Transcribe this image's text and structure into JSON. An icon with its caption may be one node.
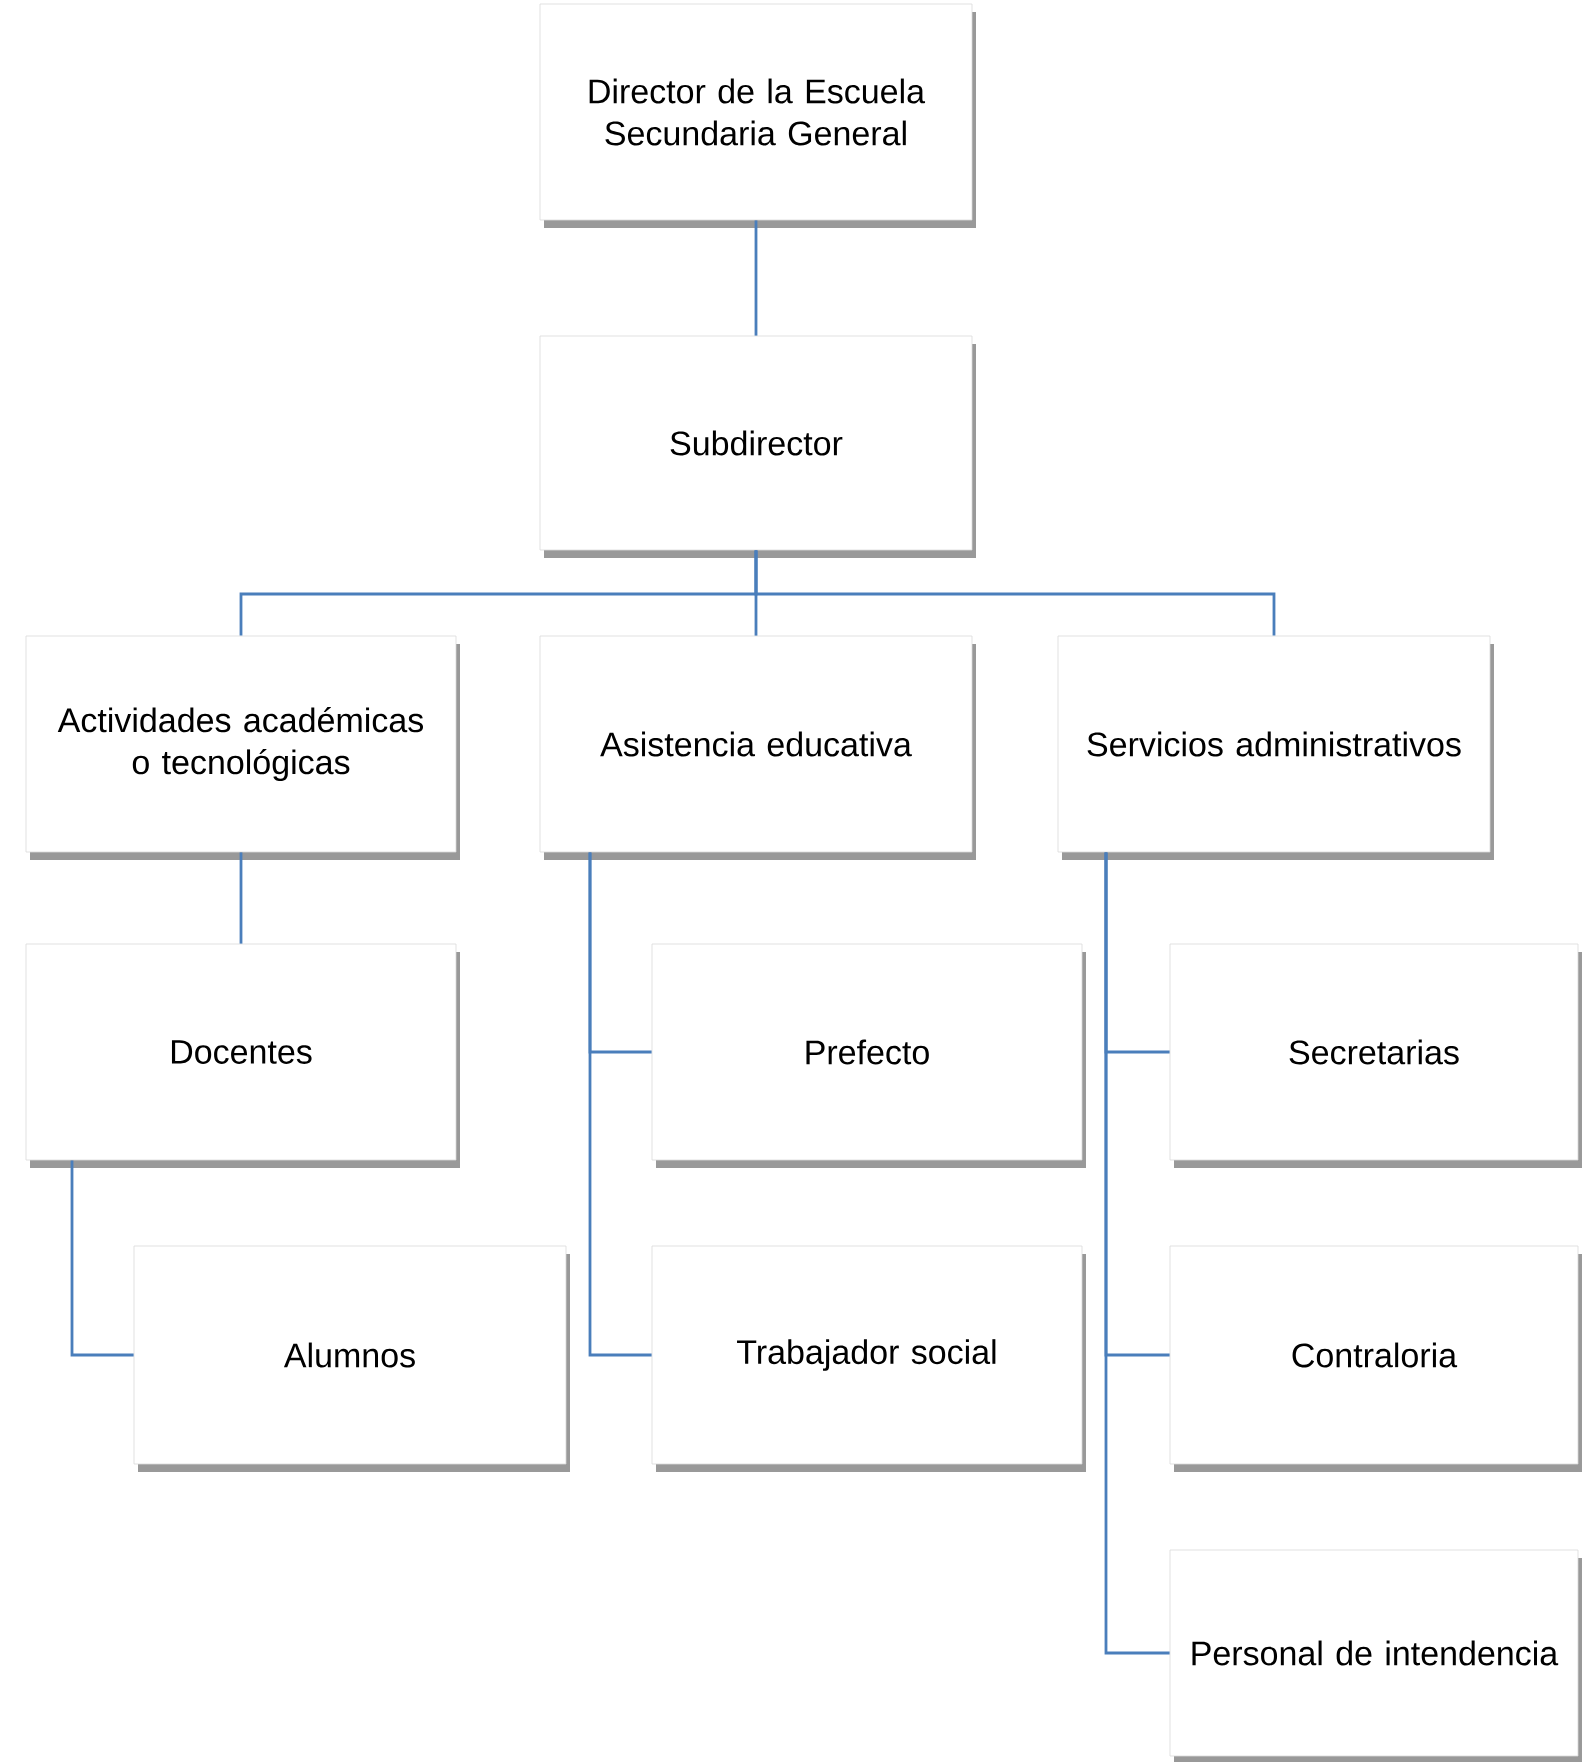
{
  "diagram": {
    "nodes": [
      {
        "text": [
          "Director de la Escuela Secundaria General"
        ]
      },
      {
        "text": [
          "Subdirector"
        ]
      },
      {
        "text": [
          "Actividades académicas o tecnológicas"
        ]
      },
      {
        "text": [
          "Asistencia educativa"
        ]
      },
      {
        "text": [
          "Servicios administrativos"
        ]
      },
      {
        "text": [
          "Docentes"
        ]
      },
      {
        "text": [
          "Alumnos"
        ]
      },
      {
        "text": [
          "Prefecto"
        ]
      },
      {
        "text": [
          "Trabajador social"
        ]
      },
      {
        "text": [
          "Secretarias"
        ]
      },
      {
        "text": [
          "Contraloria"
        ]
      },
      {
        "text": [
          "Personal de intendencia"
        ]
      }
    ],
    "edges": [
      {
        "from": 0,
        "to": 1,
        "arrow": "none"
      },
      {
        "from": 1,
        "to": 2,
        "arrow": "none"
      },
      {
        "from": 1,
        "to": 3,
        "arrow": "none"
      },
      {
        "from": 1,
        "to": 4,
        "arrow": "none"
      },
      {
        "from": 2,
        "to": 5,
        "arrow": "none"
      },
      {
        "from": 5,
        "to": 6,
        "arrow": "none"
      },
      {
        "from": 3,
        "to": 7,
        "arrow": "none"
      },
      {
        "from": 3,
        "to": 8,
        "arrow": "none"
      },
      {
        "from": 4,
        "to": 9,
        "arrow": "none"
      },
      {
        "from": 4,
        "to": 10,
        "arrow": "none"
      },
      {
        "from": 4,
        "to": 11,
        "arrow": "none"
      }
    ]
  }
}
